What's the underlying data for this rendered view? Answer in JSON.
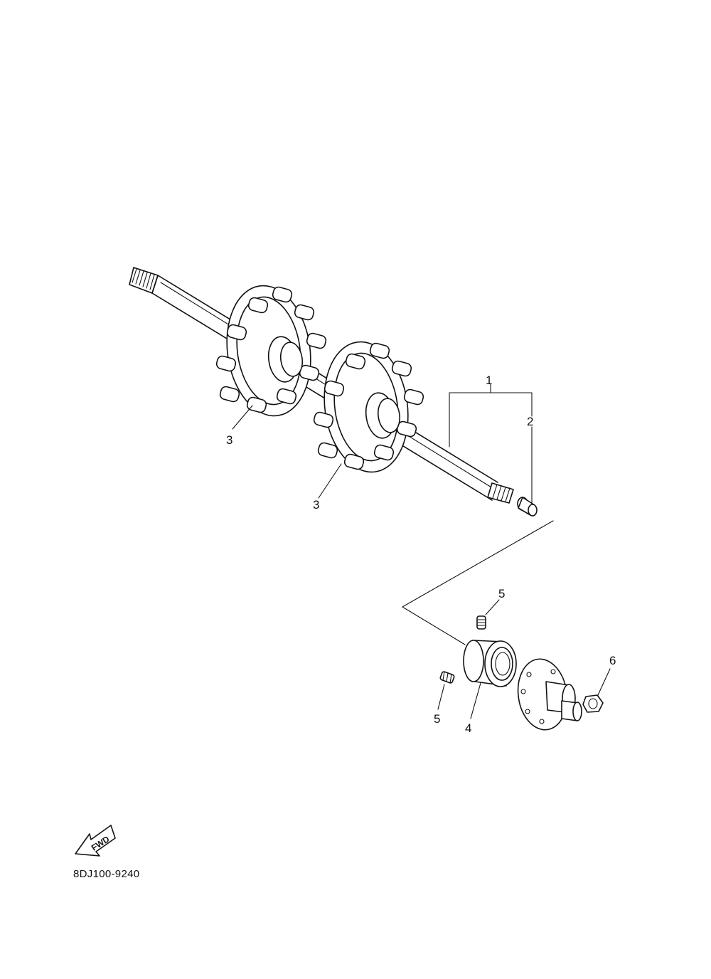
{
  "diagram": {
    "callouts": [
      "1",
      "2",
      "3",
      "3",
      "4",
      "5",
      "5",
      "6"
    ],
    "fwd_label": "FWD",
    "part_code": "8DJ100-9240"
  }
}
